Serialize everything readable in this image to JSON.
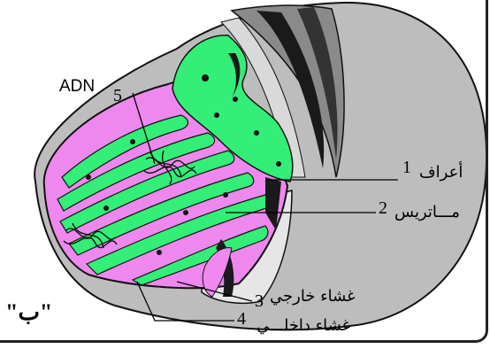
{
  "figure": {
    "panel_label": "\"ب\"",
    "dna_label": "ADN",
    "labels": [
      {
        "number": "1",
        "text": "أعراف"
      },
      {
        "number": "2",
        "text": "مـــاتريس"
      },
      {
        "number": "3",
        "text": "غشاء خارجي"
      },
      {
        "number": "4",
        "text": "غشاء داخلـــي"
      },
      {
        "number": "5",
        "text": ""
      }
    ]
  },
  "colors": {
    "outer_membrane": "#bdbdbd",
    "matrix": "#33ee77",
    "inner_membrane": "#ee88ee",
    "dark": "#1a1a1a"
  }
}
